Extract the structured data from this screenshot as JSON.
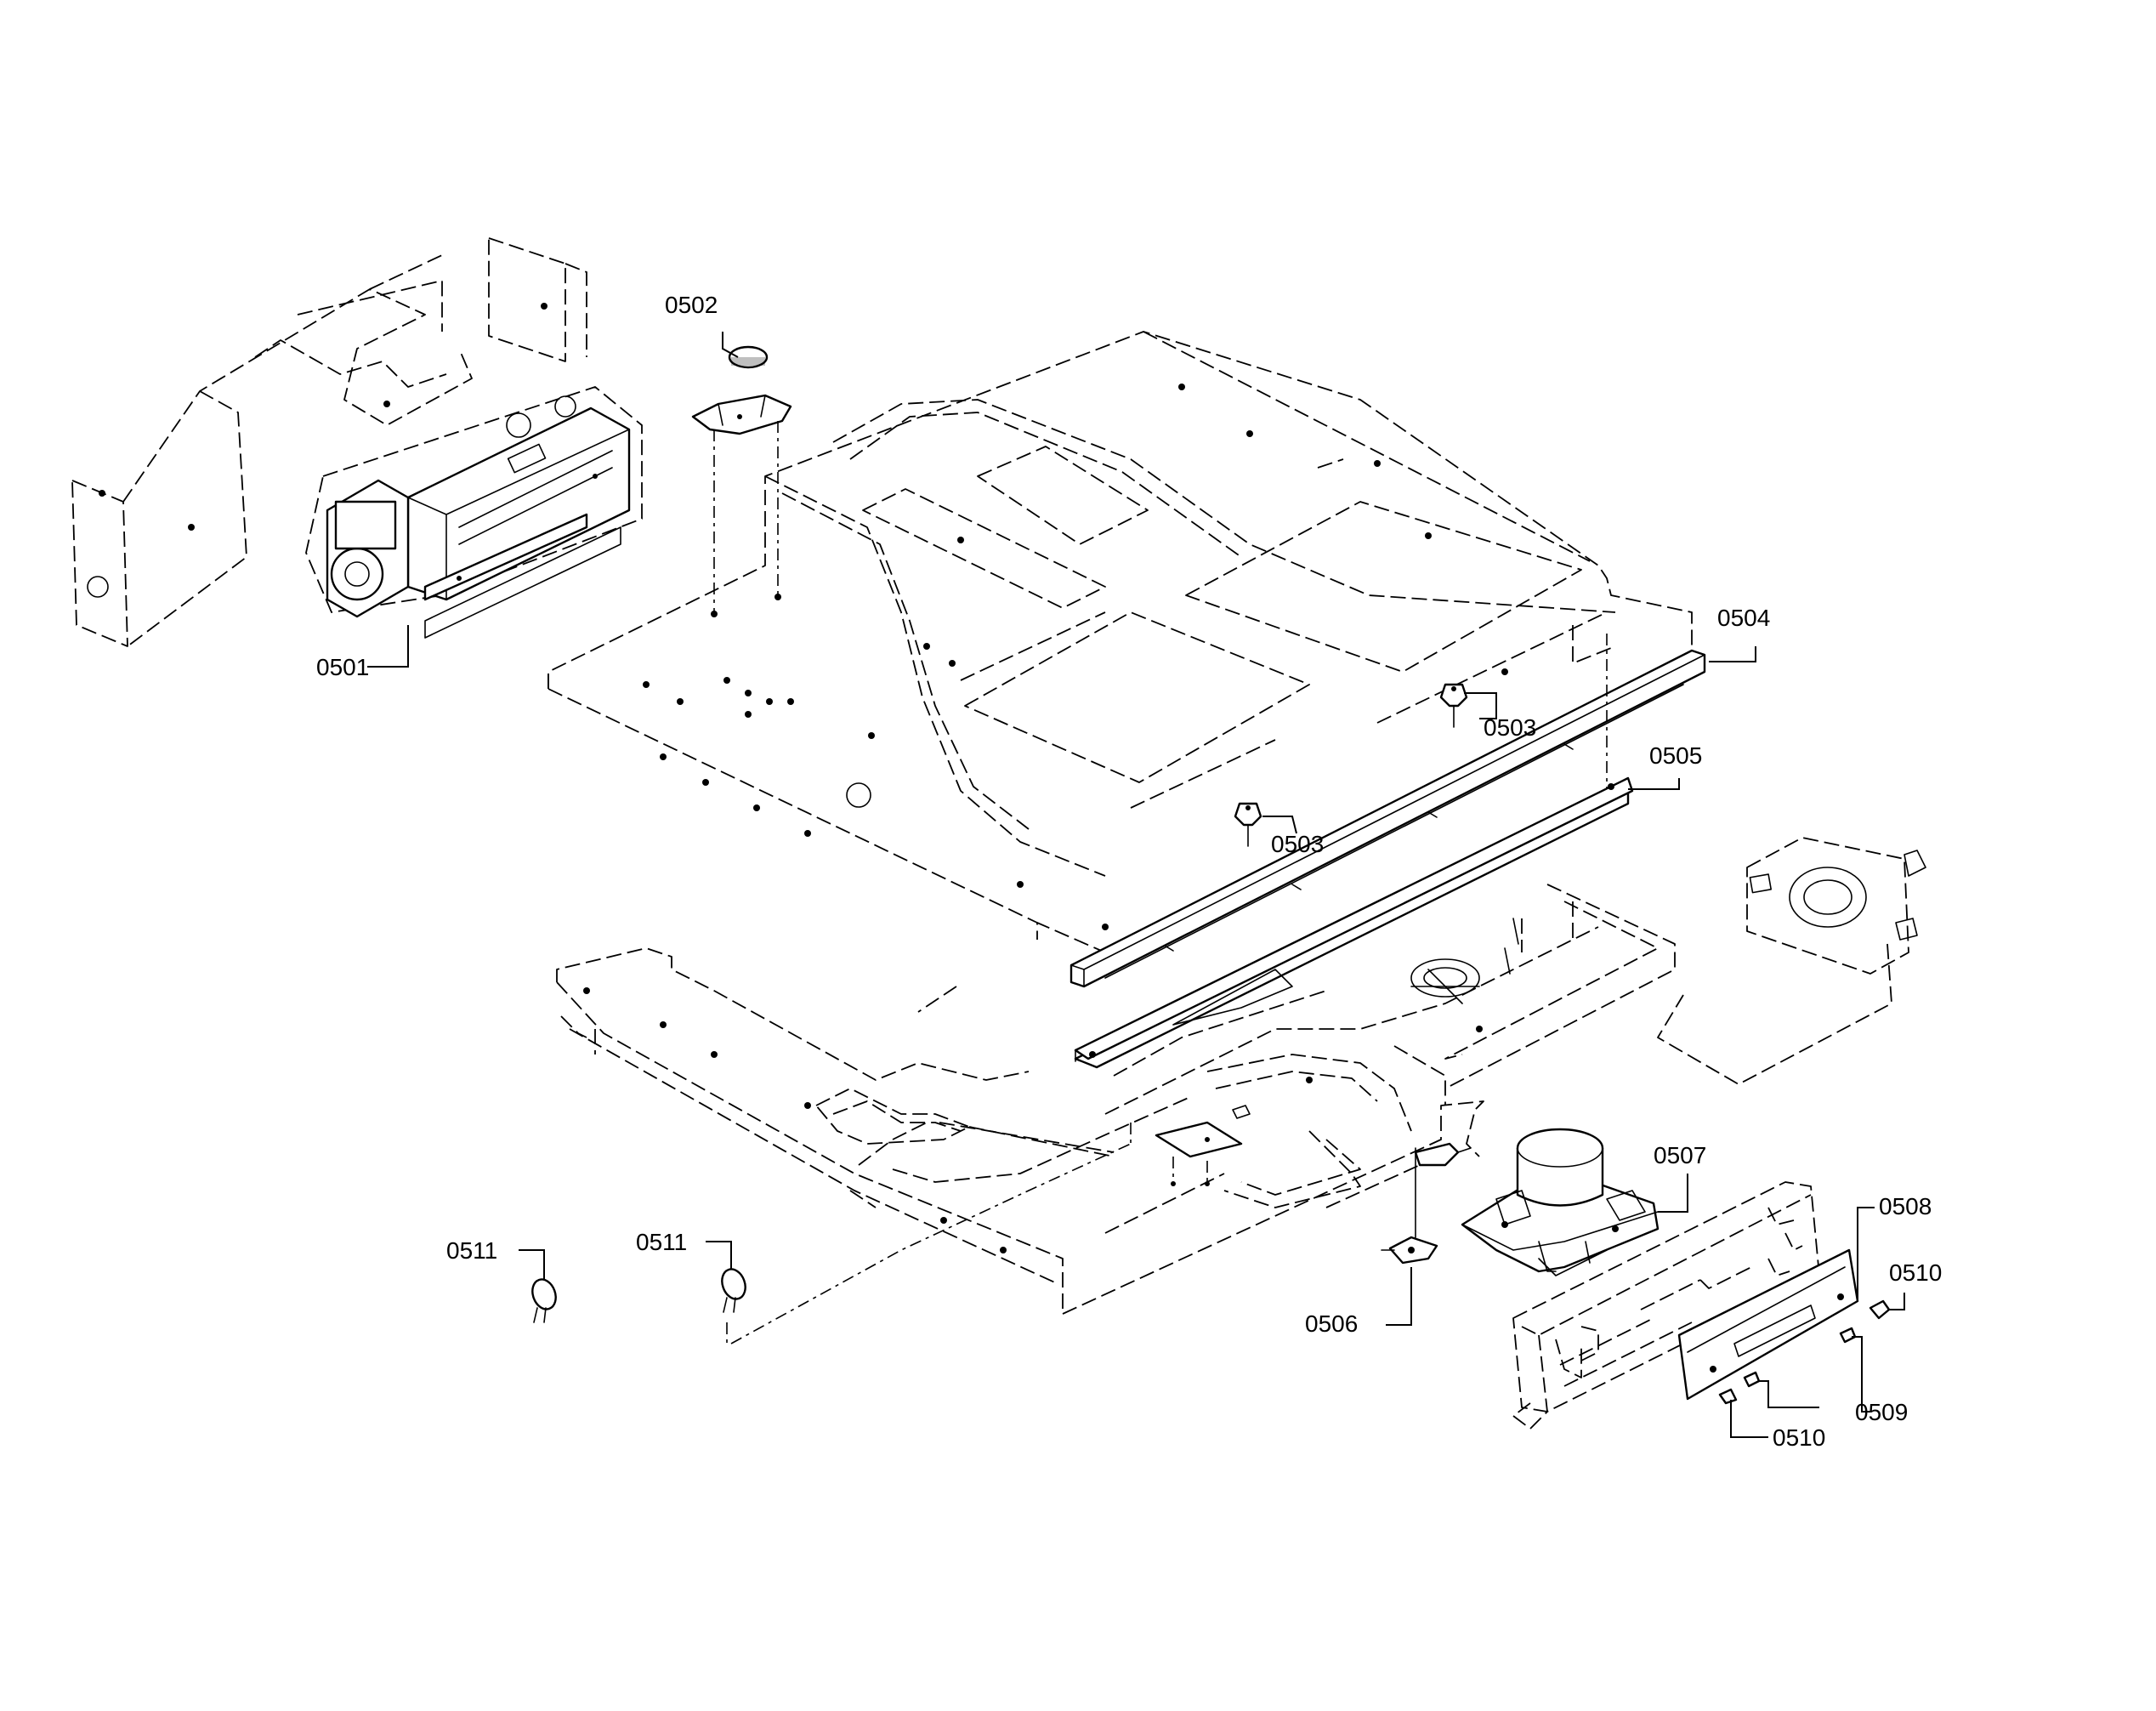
{
  "callouts": {
    "c0501": "0501",
    "c0502": "0502",
    "c0503a": "0503",
    "c0503b": "0503",
    "c0504": "0504",
    "c0505": "0505",
    "c0506": "0506",
    "c0507": "0507",
    "c0508": "0508",
    "c0509": "0509",
    "c0510a": "0510",
    "c0510b": "0510",
    "c0511a": "0511",
    "c0511b": "0511"
  }
}
